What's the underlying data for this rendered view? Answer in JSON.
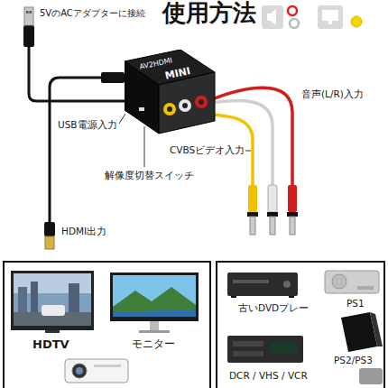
{
  "diagram": {
    "title": "使用方法",
    "nodes": [
      {
        "text": [
          "AV2HDMI",
          "MINI"
        ]
      }
    ],
    "labels": [
      "5VのACアダプターに接続",
      "USB電源入力",
      "HDMI出力",
      "解像度切替スイッチ",
      "音声(L/R)入力",
      "CVBSビデオ入力",
      "HDTV",
      "モニター",
      "古いDVDプレー",
      "PS1",
      "PS2/PS3",
      "DCR / VHS / VCR"
    ]
  }
}
